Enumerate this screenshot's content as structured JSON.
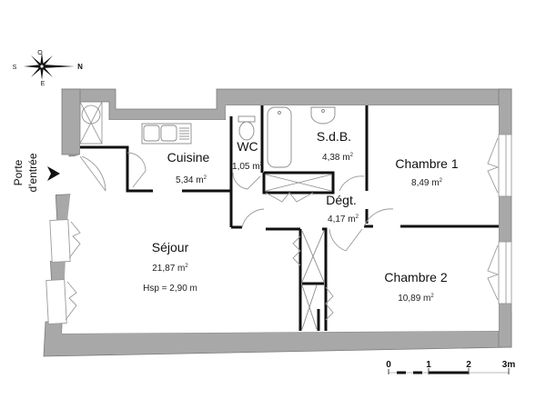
{
  "compass": {
    "north": "N",
    "south": "S",
    "east": "E",
    "west": "O"
  },
  "entrance": {
    "line1": "Porte",
    "line2": "d'entrée"
  },
  "rooms": [
    {
      "id": "cuisine",
      "name": "Cuisine",
      "area": "5,34 m",
      "unit_sup": "2"
    },
    {
      "id": "wc",
      "name": "WC",
      "area": "1,05 m",
      "unit_sup": "2"
    },
    {
      "id": "sdb",
      "name": "S.d.B.",
      "area": "4,38 m",
      "unit_sup": "2"
    },
    {
      "id": "chambre1",
      "name": "Chambre 1",
      "area": "8,49 m",
      "unit_sup": "2"
    },
    {
      "id": "degt",
      "name": "Dégt.",
      "area": "4,17 m",
      "unit_sup": "2"
    },
    {
      "id": "sejour",
      "name": "Séjour",
      "area": "21,87 m",
      "unit_sup": "2",
      "extra": "Hsp = 2,90 m"
    },
    {
      "id": "chambre2",
      "name": "Chambre 2",
      "area": "10,89 m",
      "unit_sup": "2"
    }
  ],
  "scale": {
    "ticks": [
      "0",
      "1",
      "2",
      "3m"
    ]
  },
  "colors": {
    "wall": "#a8a8a8",
    "wall_edge": "#6e6e6e",
    "partition": "#111111",
    "fixture": "#9a9a9a",
    "background": "#ffffff"
  }
}
